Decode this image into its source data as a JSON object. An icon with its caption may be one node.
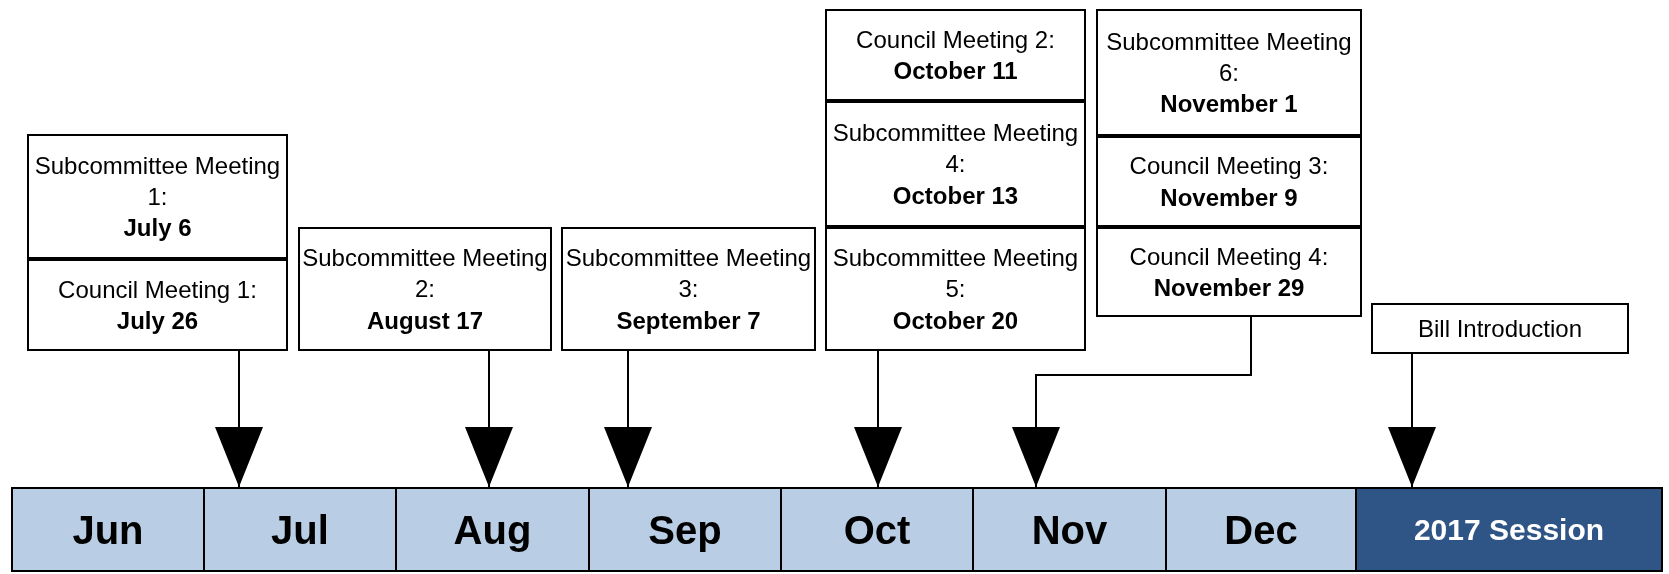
{
  "diagram": {
    "nodes": [
      {
        "text": [
          "Subcommittee Meeting 1:",
          "July 6"
        ]
      },
      {
        "text": [
          "Council Meeting 1:",
          "July 26"
        ]
      },
      {
        "text": [
          "Subcommittee Meeting 2:",
          "August 17"
        ]
      },
      {
        "text": [
          "Subcommittee Meeting 3:",
          "September 7"
        ]
      },
      {
        "text": [
          "Council Meeting 2:",
          "October 11"
        ]
      },
      {
        "text": [
          "Subcommittee Meeting 4:",
          "October 13"
        ]
      },
      {
        "text": [
          "Subcommittee Meeting 5:",
          "October 20"
        ]
      },
      {
        "text": [
          "Subcommittee Meeting 6:",
          "November 1"
        ]
      },
      {
        "text": [
          "Council Meeting 3:",
          "November 9"
        ]
      },
      {
        "text": [
          "Council Meeting 4:",
          "November 29"
        ]
      },
      {
        "text": [
          "Bill Introduction"
        ]
      },
      {
        "text": [
          "Jun"
        ]
      },
      {
        "text": [
          "Jul"
        ]
      },
      {
        "text": [
          "Aug"
        ]
      },
      {
        "text": [
          "Sep"
        ]
      },
      {
        "text": [
          "Oct"
        ]
      },
      {
        "text": [
          "Nov"
        ]
      },
      {
        "text": [
          "Dec"
        ]
      },
      {
        "text": [
          "2017 Session"
        ]
      }
    ],
    "edges": [
      {
        "from": 1,
        "to": 12,
        "arrow": "to"
      },
      {
        "from": 2,
        "to": 13,
        "arrow": "to"
      },
      {
        "from": 3,
        "to": 14,
        "arrow": "to"
      },
      {
        "from": 6,
        "to": 15,
        "arrow": "to"
      },
      {
        "from": 9,
        "to": 16,
        "arrow": "to"
      },
      {
        "from": 10,
        "to": 18,
        "arrow": "to"
      }
    ]
  }
}
